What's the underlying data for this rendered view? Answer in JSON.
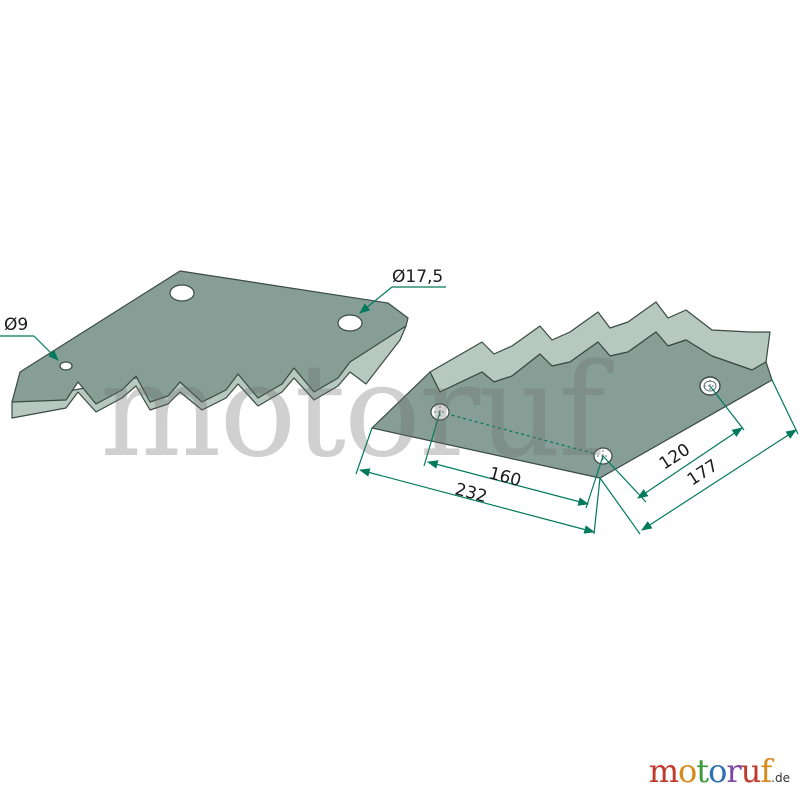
{
  "labels": {
    "hole_small": "Ø9",
    "hole_large": "Ø17,5",
    "dim_160": "160",
    "dim_232": "232",
    "dim_120": "120",
    "dim_177": "177"
  },
  "watermark": "motoruf",
  "logo": {
    "letters": [
      {
        "ch": "m",
        "color": "#c0392b"
      },
      {
        "ch": "o",
        "color": "#d98a1c"
      },
      {
        "ch": "t",
        "color": "#3c9a3c"
      },
      {
        "ch": "o",
        "color": "#2f6fb3"
      },
      {
        "ch": "r",
        "color": "#7a4aa6"
      },
      {
        "ch": "u",
        "color": "#c0392b"
      },
      {
        "ch": "f",
        "color": "#d98a1c"
      }
    ],
    "tld": ".de"
  },
  "colors": {
    "blade_face": "#869e95",
    "blade_edge": "#b7c8c1",
    "dimension": "#007a5c",
    "outline": "#3a4a44"
  }
}
